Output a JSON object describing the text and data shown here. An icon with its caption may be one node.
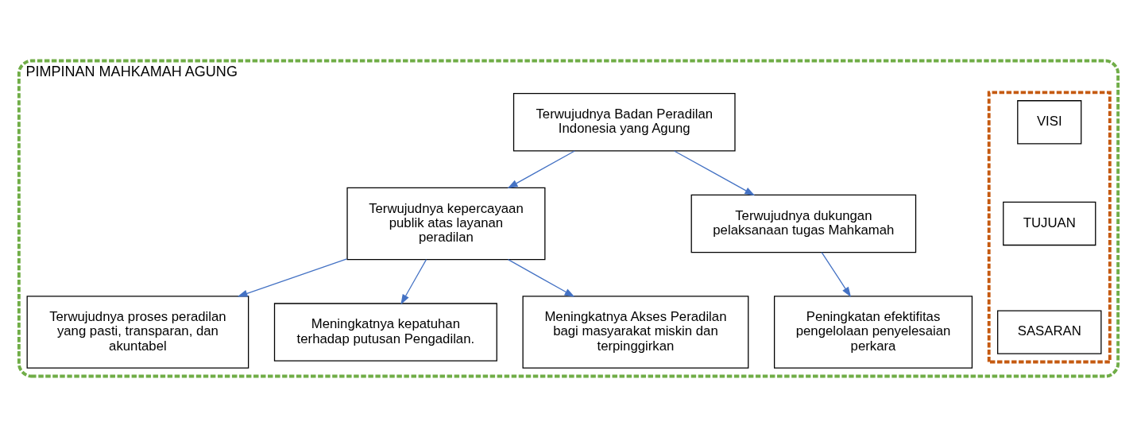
{
  "diagram": {
    "nodes": [
      {
        "text": [
          "PIMPINAN MAHKAMAH AGUNG"
        ]
      },
      {
        "text": [],
        "shape": "box",
        "in": 0
      },
      {
        "text": [
          "VISI"
        ],
        "in": 1
      },
      {
        "text": [
          "TUJUAN"
        ],
        "in": 1
      },
      {
        "text": [
          "SASARAN"
        ],
        "in": 1
      },
      {
        "text": [
          "Terwujudnya Badan Peradilan Indonesia yang Agung"
        ],
        "in": 0
      },
      {
        "text": [
          "Terwujudnya kepercayaan publik atas layanan peradilan"
        ],
        "in": 0
      },
      {
        "text": [
          "Terwujudnya dukungan pelaksanaan tugas Mahkamah"
        ],
        "in": 0
      },
      {
        "text": [
          "Terwujudnya proses peradilan yang pasti, transparan, dan akuntabel"
        ],
        "in": 0
      },
      {
        "text": [
          "Meningkatnya kepatuhan terhadap putusan Pengadilan."
        ],
        "in": 0
      },
      {
        "text": [
          "Meningkatnya Akses Peradilan bagi masyarakat miskin dan terpinggirkan"
        ],
        "in": 0
      },
      {
        "text": [
          "Peningkatan efektifitas pengelolaan penyelesaian perkara"
        ],
        "in": 0
      }
    ],
    "edges": [
      {
        "from": 5,
        "to": 6,
        "arrow": "to"
      },
      {
        "from": 5,
        "to": 7,
        "arrow": "to"
      },
      {
        "from": 6,
        "to": 8,
        "arrow": "to"
      },
      {
        "from": 6,
        "to": 9,
        "arrow": "to"
      },
      {
        "from": 6,
        "to": 10,
        "arrow": "to"
      },
      {
        "from": 7,
        "to": 11,
        "arrow": "to"
      }
    ]
  }
}
